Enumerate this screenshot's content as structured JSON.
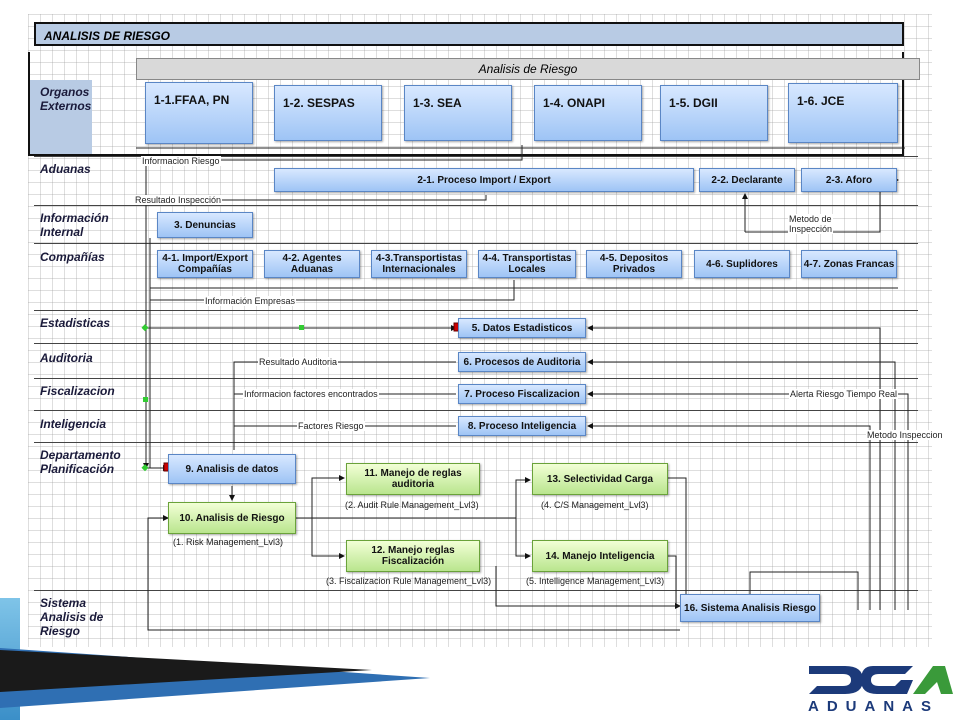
{
  "title": "ANALISIS DE RIESGO",
  "header": "Analisis de Riesgo",
  "lanes": {
    "organos": [
      "Organos",
      "Externos"
    ],
    "aduanas": "Aduanas",
    "informacion": [
      "Información",
      "Internal"
    ],
    "companias": "Compañías",
    "estadisticas": "Estadisticas",
    "auditoria": "Auditoria",
    "fiscalizacion": "Fiscalizacion",
    "inteligencia": "Inteligencia",
    "departamento": [
      "Departamento",
      "Planificación"
    ],
    "sistema": [
      "Sistema",
      "Analisis de",
      "Riesgo"
    ]
  },
  "organos_boxes": [
    "1-1.FFAA, PN",
    "1-2. SESPAS",
    "1-3. SEA",
    "1-4. ONAPI",
    "1-5. DGII",
    "1-6. JCE"
  ],
  "aduanas_boxes": [
    "2-1. Proceso Import / Export",
    "2-2. Declarante",
    "2-3. Aforo"
  ],
  "info_box": "3. Denuncias",
  "companias_boxes": [
    [
      "4-1. Import/Export",
      "Compañías"
    ],
    [
      "4-2. Agentes",
      "Aduanas"
    ],
    [
      "4-3.Transportistas",
      "Internacionales"
    ],
    [
      "4-4. Transportistas",
      "Locales"
    ],
    [
      "4-5. Depositos",
      "Privados"
    ],
    [
      "4-6. Suplidores"
    ],
    [
      "4-7. Zonas Francas"
    ]
  ],
  "process_boxes": {
    "datos": "5. Datos Estadisticos",
    "auditoria": "6. Procesos de Auditoria",
    "fiscalizacion": "7. Proceso Fiscalizacion",
    "inteligencia": "8. Proceso Inteligencia",
    "analisis_datos": "9. Analisis de datos",
    "analisis_riesgo": "10. Analisis de Riesgo",
    "manejo_auditoria": [
      "11. Manejo de reglas",
      "auditoria"
    ],
    "manejo_fiscalizacion": [
      "12. Manejo reglas",
      "Fiscalización"
    ],
    "selectividad": "13. Selectividad Carga",
    "manejo_inteligencia": "14. Manejo Inteligencia",
    "sistema": "16. Sistema Analisis Riesgo"
  },
  "sublabels": {
    "risk": "(1. Risk Management_Lvl3)",
    "audit": "(2. Audit Rule Management_Lvl3)",
    "fisc": "(3. Fiscalizacion Rule Management_Lvl3)",
    "cs": "(4. C/S Management_Lvl3)",
    "intel": "(5. Intelligence Management_Lvl3)"
  },
  "notes": {
    "info_riesgo": "Informacion Riesgo",
    "resultado_inspeccion": "Resultado Inspección",
    "metodo_inspeccion_1": [
      "Metodo de",
      "Inspección"
    ],
    "info_empresas": "Información Empresas",
    "resultado_auditoria": "Resultado Auditoria",
    "info_factores": "Informacion factores encontrados",
    "alerta": "Alerta Riesgo Tiempo Real",
    "factores": "Factores Riesgo",
    "metodo_inspeccion_2": "Metodo Inspeccion"
  },
  "logo": {
    "text": "ADUANAS",
    "colors": {
      "navy": "#1c3a7a",
      "green": "#3a9a3a"
    }
  }
}
